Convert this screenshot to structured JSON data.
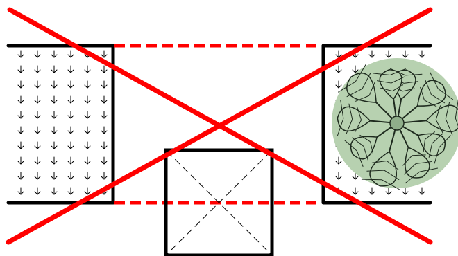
{
  "diagram": {
    "type": "site-plan-symbols",
    "strike_color": "#ff0000",
    "line_color": "#000000",
    "lawn_symbol": "grass-arrow-icon",
    "tree_symbol": "tree-canopy-icon",
    "tree_leaf_color": "#b7d1b0",
    "pad_symbol": "square-with-diagonals",
    "removed_segment_style": "dashed-red"
  }
}
